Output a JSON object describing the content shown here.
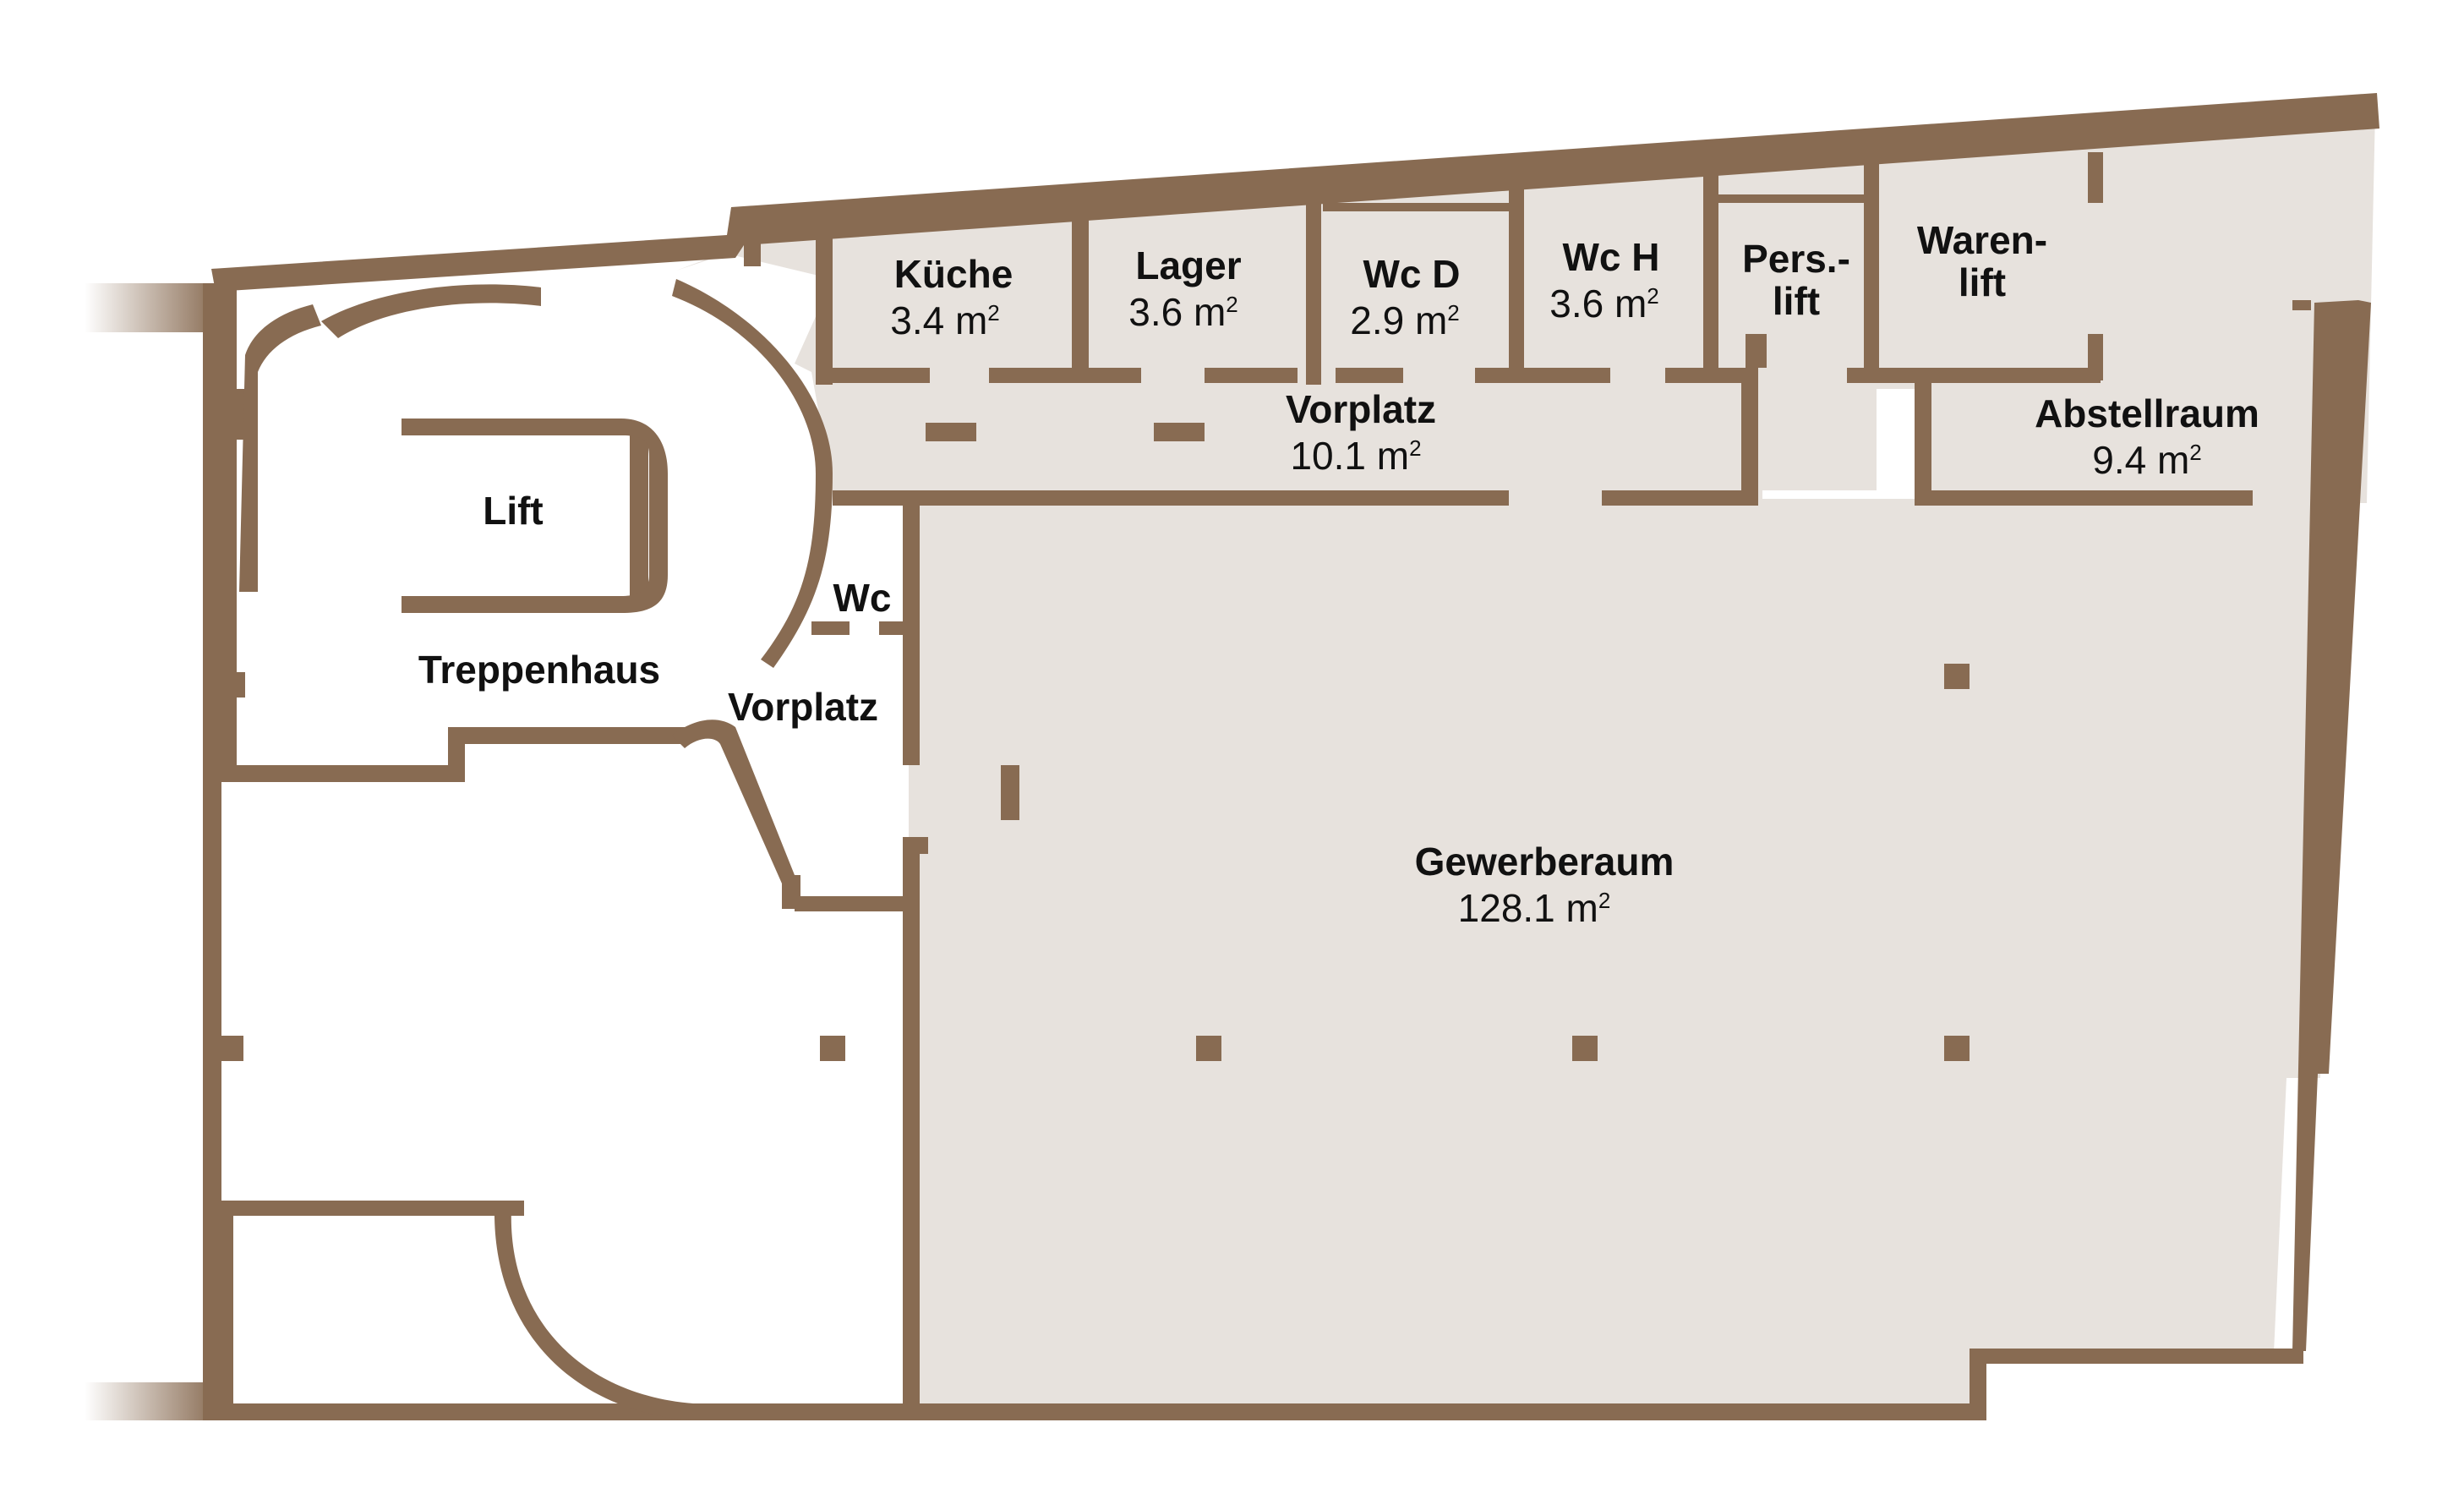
{
  "colors": {
    "wall": "#886b52",
    "room_fill": "#e7e2dd",
    "background": "#ffffff",
    "text": "#111111"
  },
  "rooms": {
    "kueche": {
      "name": "Küche",
      "area": "3.4 m",
      "unit_sup": "2"
    },
    "lager": {
      "name": "Lager",
      "area": "3.6 m",
      "unit_sup": "2"
    },
    "wcd": {
      "name": "Wc D",
      "area": "2.9 m",
      "unit_sup": "2"
    },
    "wch": {
      "name": "Wc H",
      "area": "3.6 m",
      "unit_sup": "2"
    },
    "perslift": {
      "name_line1": "Pers.-",
      "name_line2": "lift"
    },
    "warenlift": {
      "name_line1": "Waren-",
      "name_line2": "lift"
    },
    "vorplatz_top": {
      "name": "Vorplatz",
      "area": "10.1 m",
      "unit_sup": "2"
    },
    "abstellraum": {
      "name": "Abstellraum",
      "area": "9.4 m",
      "unit_sup": "2"
    },
    "lift": {
      "name": "Lift"
    },
    "treppenhaus": {
      "name": "Treppenhaus"
    },
    "wc": {
      "name": "Wc"
    },
    "vorplatz_small": {
      "name": "Vorplatz"
    },
    "gewerberaum": {
      "name": "Gewerberaum",
      "area": "128.1 m",
      "unit_sup": "2"
    }
  }
}
